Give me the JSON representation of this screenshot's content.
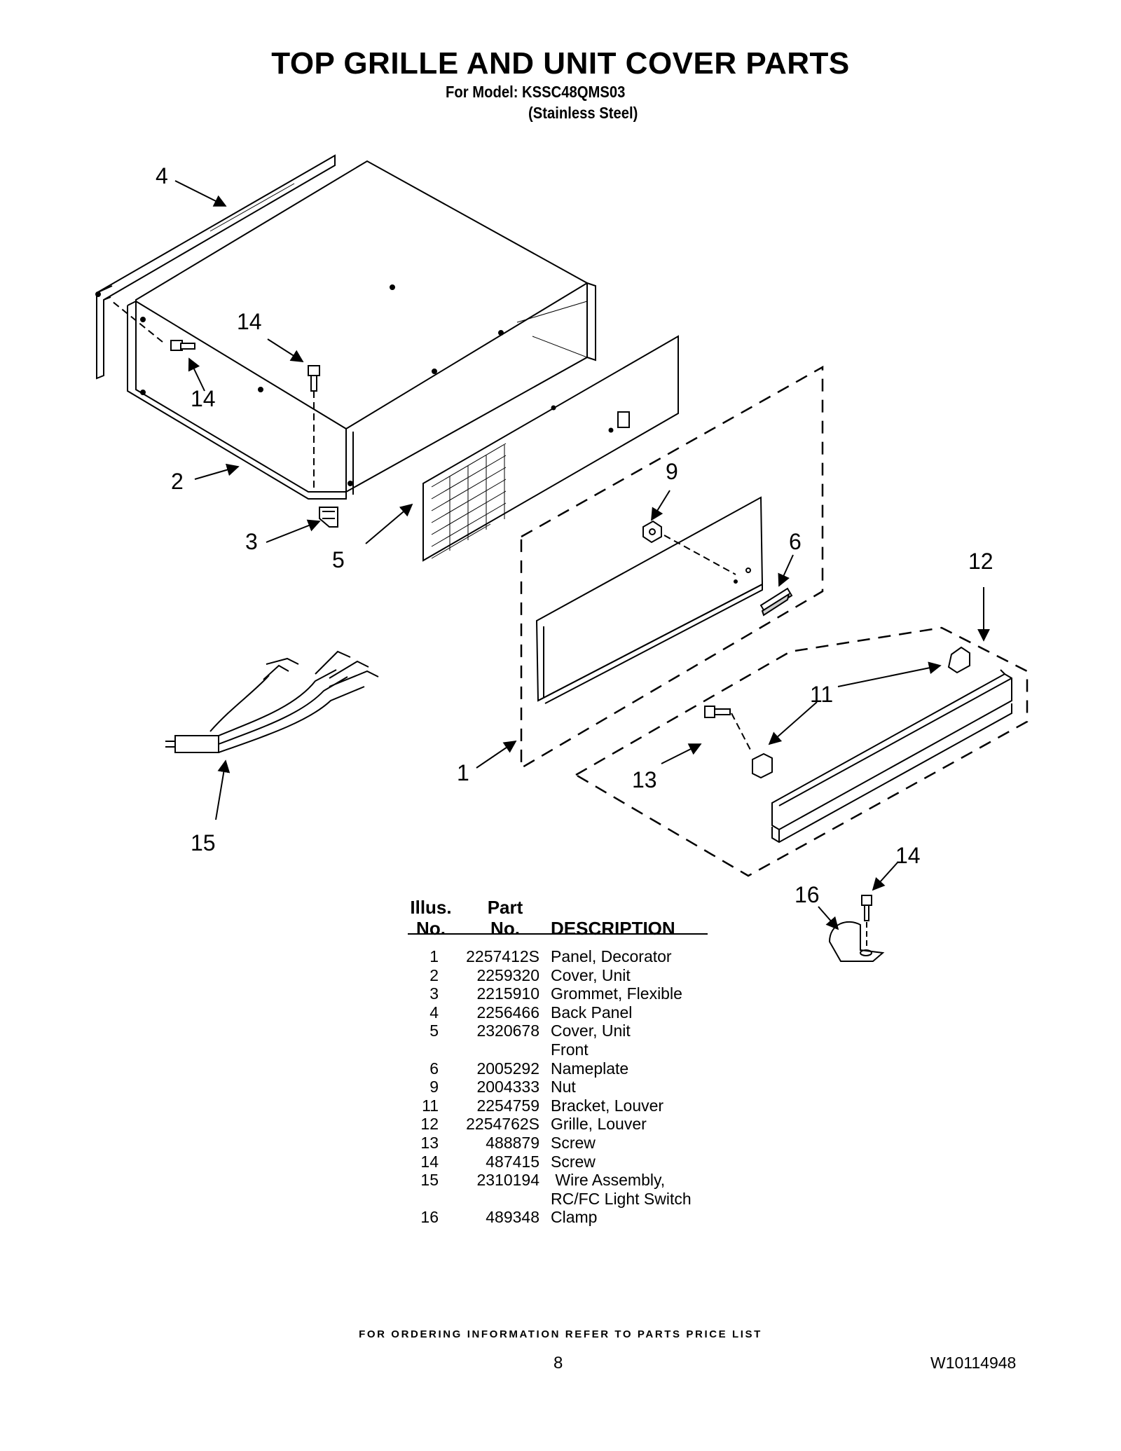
{
  "header": {
    "title": "TOP GRILLE AND UNIT COVER PARTS",
    "model_line": "For Model: KSSC48QMS03",
    "finish_line": "(Stainless Steel)"
  },
  "diagram": {
    "callouts": [
      "4",
      "14",
      "14",
      "2",
      "3",
      "5",
      "9",
      "6",
      "12",
      "11",
      "13",
      "1",
      "15",
      "14",
      "16"
    ]
  },
  "parts_table": {
    "headers": {
      "illus_line1": "Illus.",
      "illus_line2": "No.",
      "part_line1": "Part",
      "part_line2": "No.",
      "description": "DESCRIPTION"
    },
    "rows": [
      {
        "no": "1",
        "part": "2257412S",
        "desc": "Panel, Decorator"
      },
      {
        "no": "2",
        "part": "2259320",
        "desc": "Cover, Unit"
      },
      {
        "no": "3",
        "part": "2215910",
        "desc": "Grommet, Flexible"
      },
      {
        "no": "4",
        "part": "2256466",
        "desc": "Back Panel"
      },
      {
        "no": "5",
        "part": "2320678",
        "desc": "Cover, Unit"
      },
      {
        "no": "",
        "part": "",
        "desc": "Front"
      },
      {
        "no": "6",
        "part": "2005292",
        "desc": "Nameplate"
      },
      {
        "no": "9",
        "part": "2004333",
        "desc": "Nut"
      },
      {
        "no": "11",
        "part": "2254759",
        "desc": "Bracket, Louver"
      },
      {
        "no": "12",
        "part": "2254762S",
        "desc": "Grille, Louver"
      },
      {
        "no": "13",
        "part": "488879",
        "desc": "Screw"
      },
      {
        "no": "14",
        "part": "487415",
        "desc": "Screw"
      },
      {
        "no": "15",
        "part": "2310194",
        "desc": " Wire Assembly,"
      },
      {
        "no": "",
        "part": "",
        "desc": "RC/FC Light Switch"
      },
      {
        "no": "16",
        "part": "489348",
        "desc": "Clamp"
      }
    ]
  },
  "footer": {
    "ordering_note": "FOR ORDERING INFORMATION REFER TO PARTS PRICE LIST",
    "page_number": "8",
    "document_number": "W10114948"
  }
}
